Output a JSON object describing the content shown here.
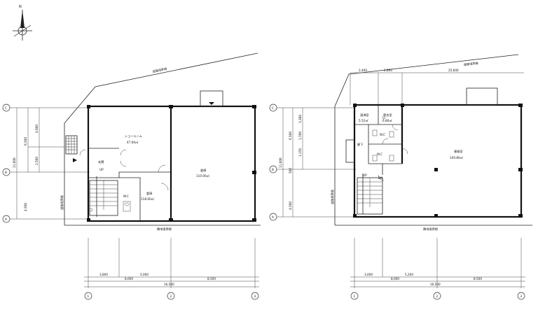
{
  "compass": {
    "label": "N"
  },
  "plans": [
    {
      "id": "left",
      "boundary_label": "道路境界線",
      "site_label": "隣地境界線",
      "road_label": "道路境界線",
      "grid_rows": [
        "C",
        "B",
        "A"
      ],
      "grid_cols": [
        "1",
        "2",
        "3"
      ],
      "dims_vertical": [
        "11,000",
        "6,500",
        "4,500",
        "4,000",
        "2,500"
      ],
      "dims_bottom": [
        "3,800",
        "5,000",
        "8,000",
        "8,500",
        "16,500"
      ],
      "rooms": [
        {
          "name": "ショールーム",
          "area": "47.00㎡"
        },
        {
          "name": "倉庫",
          "area": "110.00㎡"
        },
        {
          "name": "倉庫",
          "area": "118.00㎡"
        },
        {
          "name": "玄関",
          "area": ""
        },
        {
          "name": "W.C",
          "area": ""
        },
        {
          "name": "UP",
          "area": ""
        }
      ]
    },
    {
      "id": "right",
      "boundary_label": "道路境界線",
      "site_label": "隣地境界線",
      "road_label": "道路境界線",
      "grid_rows": [
        "C",
        "B",
        "A"
      ],
      "grid_cols": [
        "1",
        "2",
        "3"
      ],
      "dims_top": [
        "2,400",
        "2,800",
        "25,600"
      ],
      "dims_vertical": [
        "11,000",
        "6,500",
        "4,500",
        "1,700",
        "3,300",
        "1,150",
        "500"
      ],
      "dims_bottom": [
        "3,000",
        "5,200",
        "8,000",
        "8,500",
        "16,500"
      ],
      "rooms": [
        {
          "name": "湯沸室",
          "area": "5.52㎡"
        },
        {
          "name": "更衣室",
          "area": "6.80㎡"
        },
        {
          "name": "事務室",
          "area": "140.80㎡"
        },
        {
          "name": "廊下",
          "area": ""
        },
        {
          "name": "W.C",
          "area": ""
        },
        {
          "name": "W.C",
          "area": ""
        },
        {
          "name": "UP",
          "area": ""
        },
        {
          "name": "DN",
          "area": ""
        }
      ]
    }
  ]
}
